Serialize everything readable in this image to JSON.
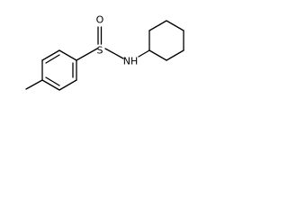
{
  "molecule": {
    "atoms": {
      "sulfur": "S",
      "oxygen": "O",
      "nitrogen_hydrogen": "NH"
    }
  }
}
